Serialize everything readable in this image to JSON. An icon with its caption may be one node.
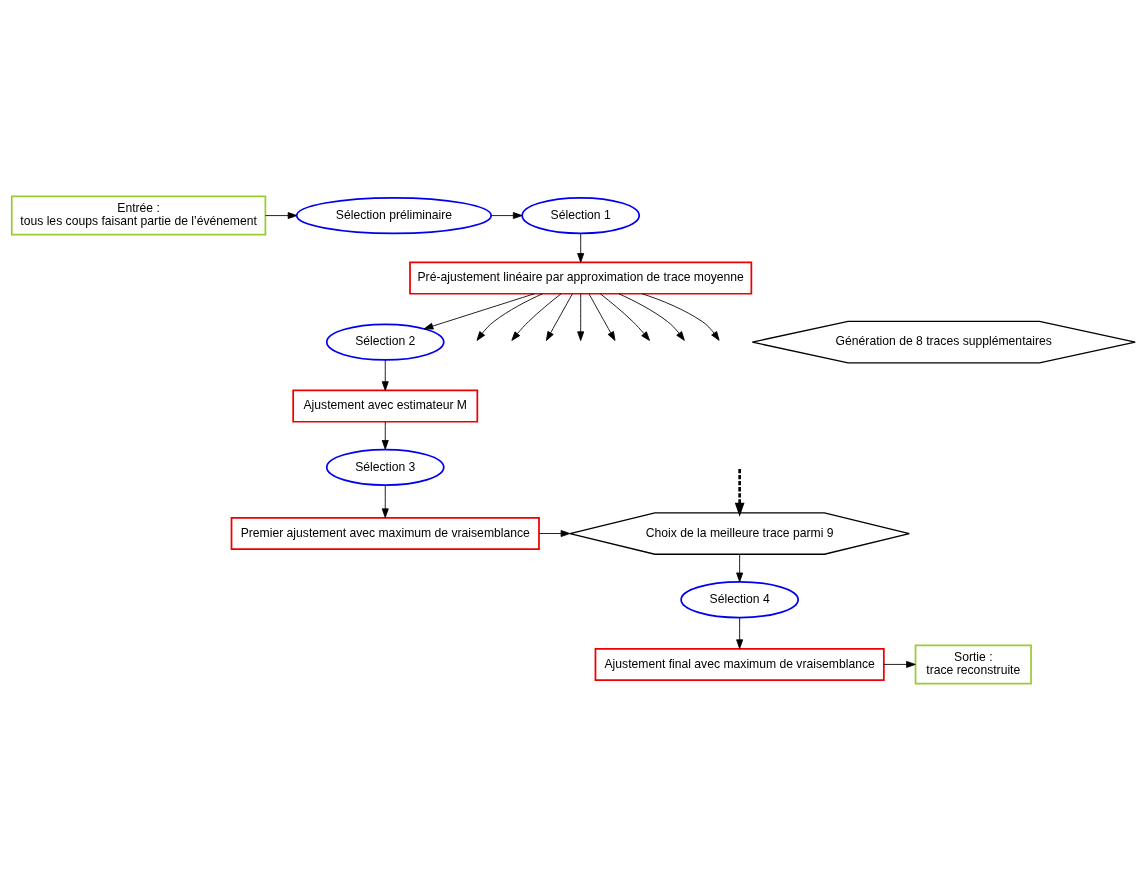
{
  "diagram": {
    "nodes": [
      {
        "text": [
          "Entrée :",
          "tous les coups faisant partie de l’événement"
        ]
      },
      {
        "text": [
          "Sélection préliminaire"
        ]
      },
      {
        "text": [
          "Sélection 1"
        ]
      },
      {
        "text": [
          "Pré-ajustement linéaire par approximation de trace moyenne"
        ]
      },
      {
        "text": [
          "Sélection 2"
        ]
      },
      {
        "text": [
          "Génération de 8 traces supplémentaires"
        ]
      },
      {
        "text": [
          "Ajustement avec estimateur M"
        ]
      },
      {
        "text": [
          "Sélection 3"
        ]
      },
      {
        "text": [
          "Premier ajustement avec maximum de vraisemblance"
        ]
      },
      {
        "text": [
          "Choix de la meilleure trace parmi 9"
        ]
      },
      {
        "text": [
          "Sélection 4"
        ]
      },
      {
        "text": [
          "Ajustement final avec maximum de vraisemblance"
        ]
      },
      {
        "text": [
          "Sortie :",
          "trace reconstruite"
        ]
      }
    ],
    "edges": [
      {
        "from": 0,
        "to": 1,
        "arrow": "to"
      },
      {
        "from": 1,
        "to": 2,
        "arrow": "to"
      },
      {
        "from": 2,
        "to": 3,
        "arrow": "to"
      },
      {
        "from": 3,
        "to": 4,
        "arrow": "to"
      },
      {
        "from": 3,
        "to": null,
        "arrow": "to"
      },
      {
        "from": 3,
        "to": null,
        "arrow": "to"
      },
      {
        "from": 3,
        "to": null,
        "arrow": "to"
      },
      {
        "from": 3,
        "to": null,
        "arrow": "to"
      },
      {
        "from": 3,
        "to": null,
        "arrow": "to"
      },
      {
        "from": 3,
        "to": null,
        "arrow": "to"
      },
      {
        "from": 3,
        "to": null,
        "arrow": "to"
      },
      {
        "from": 3,
        "to": null,
        "arrow": "to"
      },
      {
        "from": null,
        "to": 9,
        "arrow": "to",
        "style": "dashed"
      },
      {
        "from": 4,
        "to": 6,
        "arrow": "to"
      },
      {
        "from": 6,
        "to": 7,
        "arrow": "to"
      },
      {
        "from": 7,
        "to": 8,
        "arrow": "to"
      },
      {
        "from": 8,
        "to": 9,
        "arrow": "to"
      },
      {
        "from": 9,
        "to": 10,
        "arrow": "to"
      },
      {
        "from": 10,
        "to": 11,
        "arrow": "to"
      },
      {
        "from": 11,
        "to": 12,
        "arrow": "to"
      }
    ]
  }
}
